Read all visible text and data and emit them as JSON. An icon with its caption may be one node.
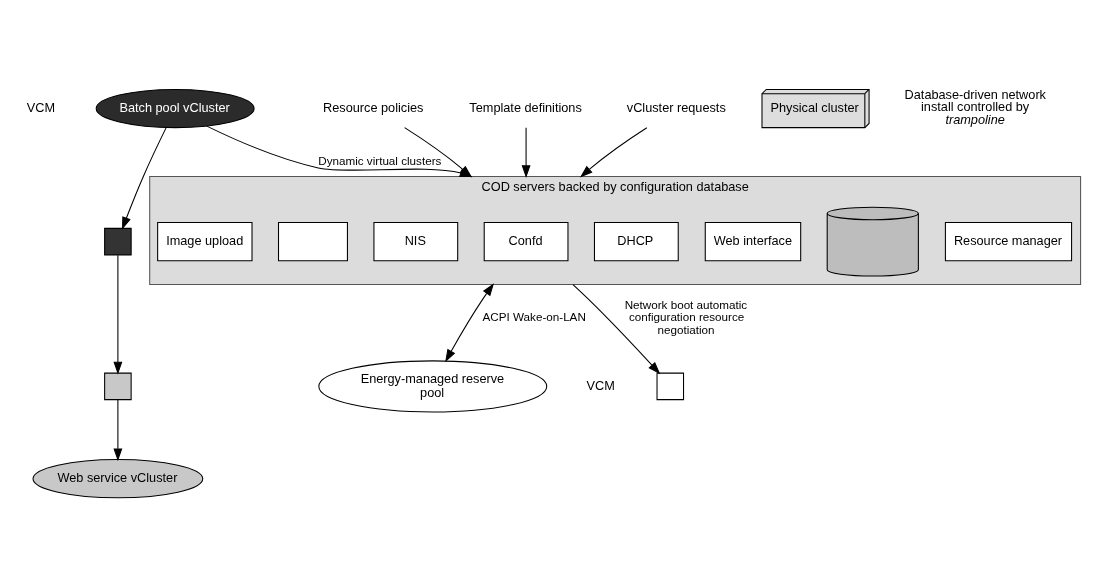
{
  "diagram": {
    "nodes": [
      {
        "text": [
          "COD servers backed by configuration database"
        ]
      },
      {
        "text": [
          "Resource manager"
        ],
        "in": 0
      },
      {
        "text": [],
        "shape": "cylinder",
        "in": 0
      },
      {
        "text": [
          "Web interface"
        ],
        "in": 0
      },
      {
        "text": [
          "DHCP"
        ],
        "in": 0
      },
      {
        "text": [
          "Confd"
        ],
        "in": 0
      },
      {
        "text": [
          "NIS"
        ],
        "in": 0
      },
      {
        "text": [],
        "shape": "box",
        "in": 0
      },
      {
        "text": [
          "Image upload"
        ],
        "in": 0
      },
      {
        "text": [
          "Batch pool vCluster"
        ],
        "beside": [
          "VCM"
        ]
      },
      {
        "text": [],
        "shape": "box"
      },
      {
        "text": [],
        "shape": "box"
      },
      {
        "text": [
          "Web service vCluster"
        ]
      },
      {
        "text": [],
        "shape": "box",
        "beside": [
          "VCM"
        ]
      },
      {
        "text": [
          "Energy-managed reserve pool"
        ]
      },
      {
        "text": [
          "Resource policies"
        ]
      },
      {
        "text": [
          "Template definitions"
        ]
      },
      {
        "text": [
          "vCluster requests"
        ]
      },
      {
        "text": [
          "Physical cluster"
        ]
      }
    ],
    "edges": [
      {
        "from": 9,
        "to": 0,
        "arrow": "to",
        "label": "Dynamic virtual clusters"
      },
      {
        "from": 0,
        "to": 13,
        "arrow": "to",
        "label": "Network boot automatic configuration resource negotiation"
      },
      {
        "from": 0,
        "to": 14,
        "arrow": "both",
        "label": "ACPI Wake-on-LAN"
      },
      {
        "from": 9,
        "to": 10,
        "arrow": "to"
      },
      {
        "from": 10,
        "to": 11,
        "arrow": "to"
      },
      {
        "from": 11,
        "to": 12,
        "arrow": "to"
      },
      {
        "from": 15,
        "to": 0,
        "arrow": "to"
      },
      {
        "from": 16,
        "to": 0,
        "arrow": "to"
      },
      {
        "from": 17,
        "to": 0,
        "arrow": "to"
      }
    ],
    "labels": [
      "Database-driven network install controlled by *trampoline*"
    ]
  }
}
